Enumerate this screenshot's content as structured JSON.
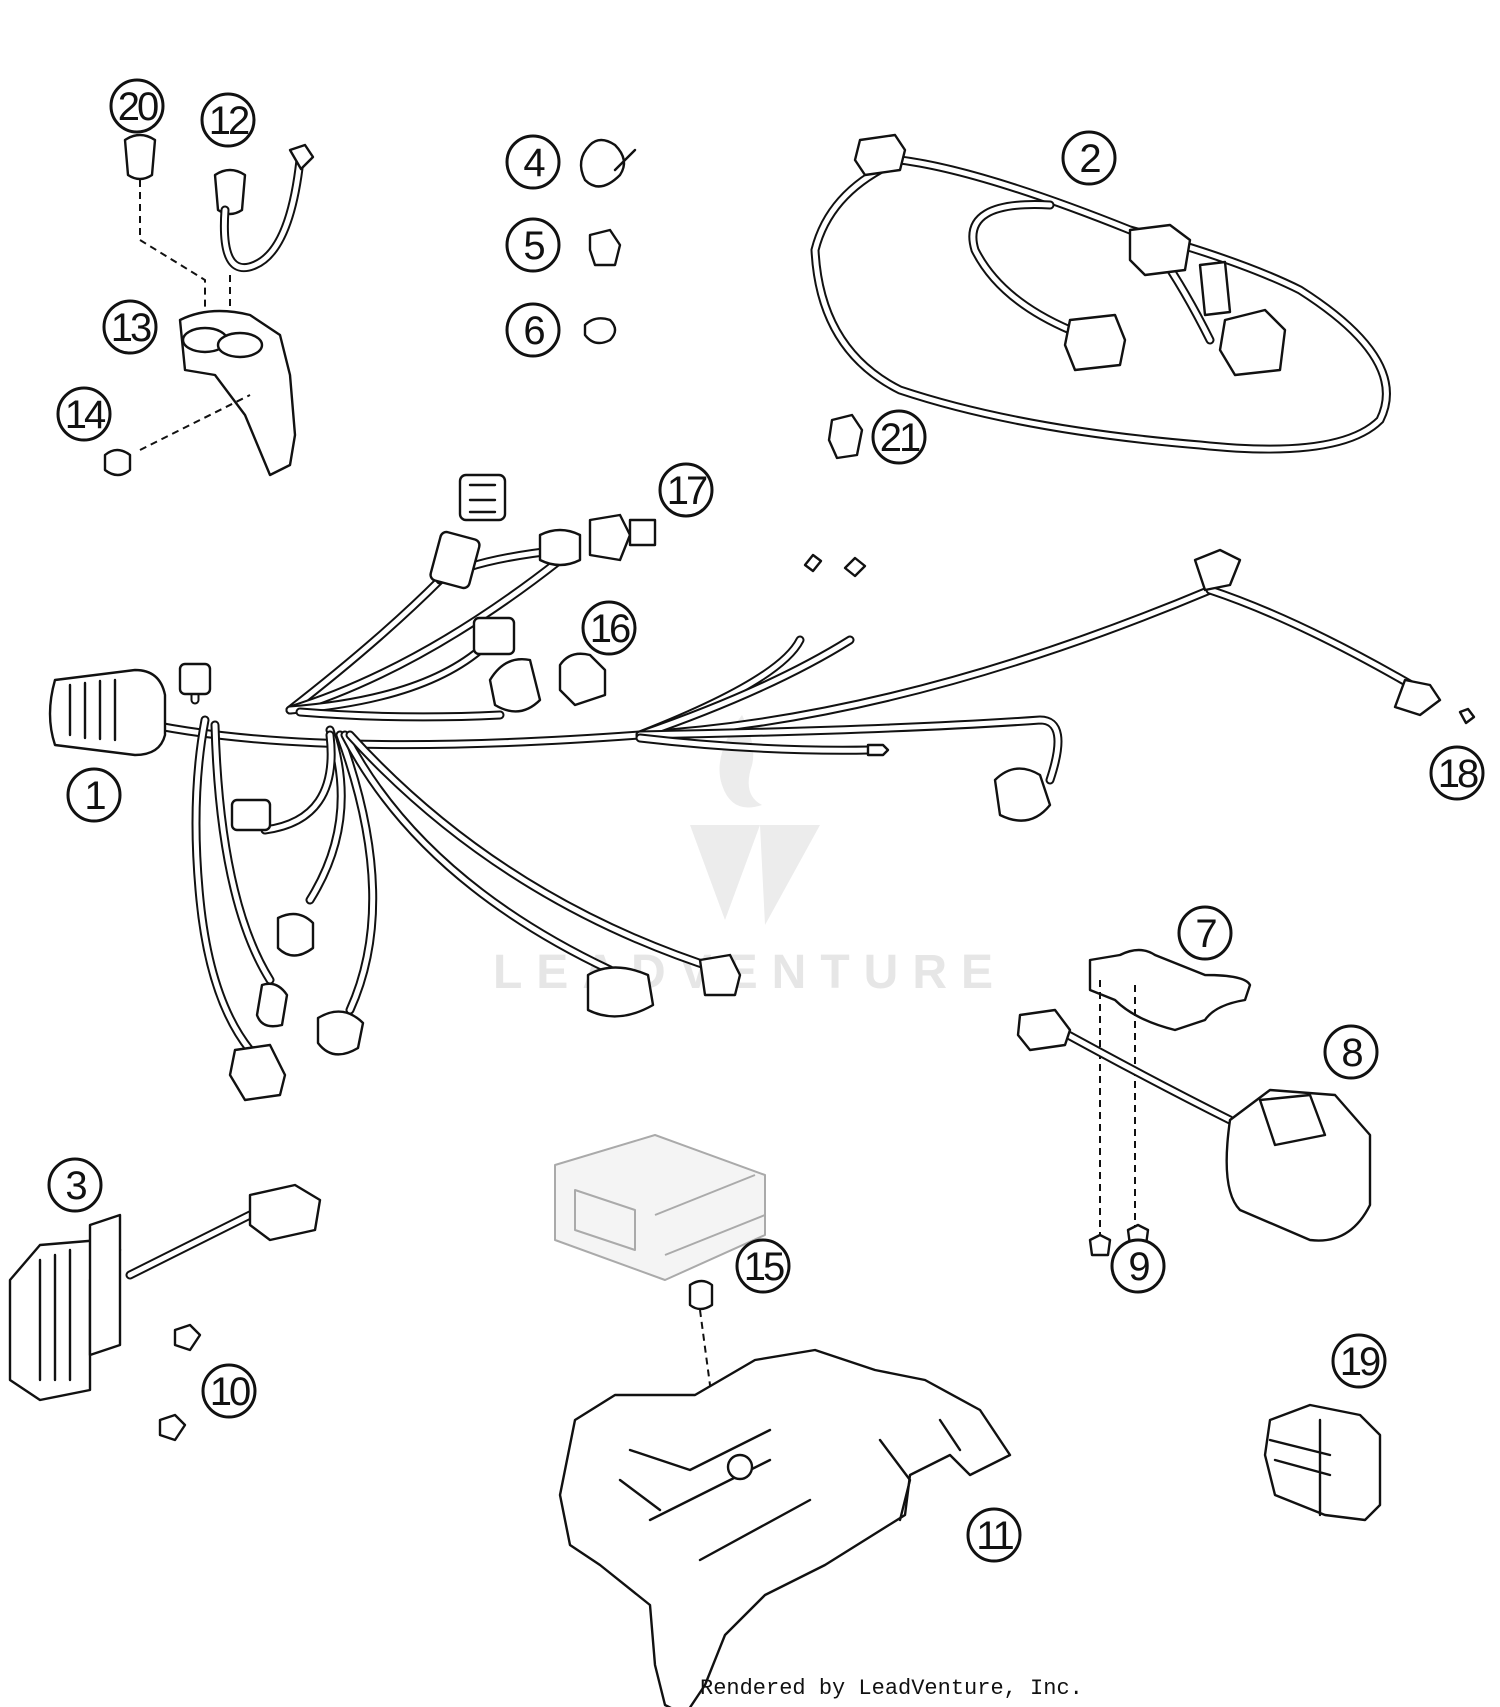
{
  "callouts": [
    {
      "id": 1,
      "label": "1"
    },
    {
      "id": 2,
      "label": "2"
    },
    {
      "id": 3,
      "label": "3"
    },
    {
      "id": 4,
      "label": "4"
    },
    {
      "id": 5,
      "label": "5"
    },
    {
      "id": 6,
      "label": "6"
    },
    {
      "id": 7,
      "label": "7"
    },
    {
      "id": 8,
      "label": "8"
    },
    {
      "id": 9,
      "label": "9"
    },
    {
      "id": 10,
      "label": "10"
    },
    {
      "id": 11,
      "label": "11"
    },
    {
      "id": 12,
      "label": "12"
    },
    {
      "id": 13,
      "label": "13"
    },
    {
      "id": 14,
      "label": "14"
    },
    {
      "id": 15,
      "label": "15"
    },
    {
      "id": 16,
      "label": "16"
    },
    {
      "id": 17,
      "label": "17"
    },
    {
      "id": 18,
      "label": "18"
    },
    {
      "id": 19,
      "label": "19"
    },
    {
      "id": 20,
      "label": "20"
    },
    {
      "id": 21,
      "label": "21"
    }
  ],
  "watermark": {
    "text": "LEADVENTURE"
  },
  "footer": {
    "text": "Rendered by LeadVenture, Inc."
  }
}
